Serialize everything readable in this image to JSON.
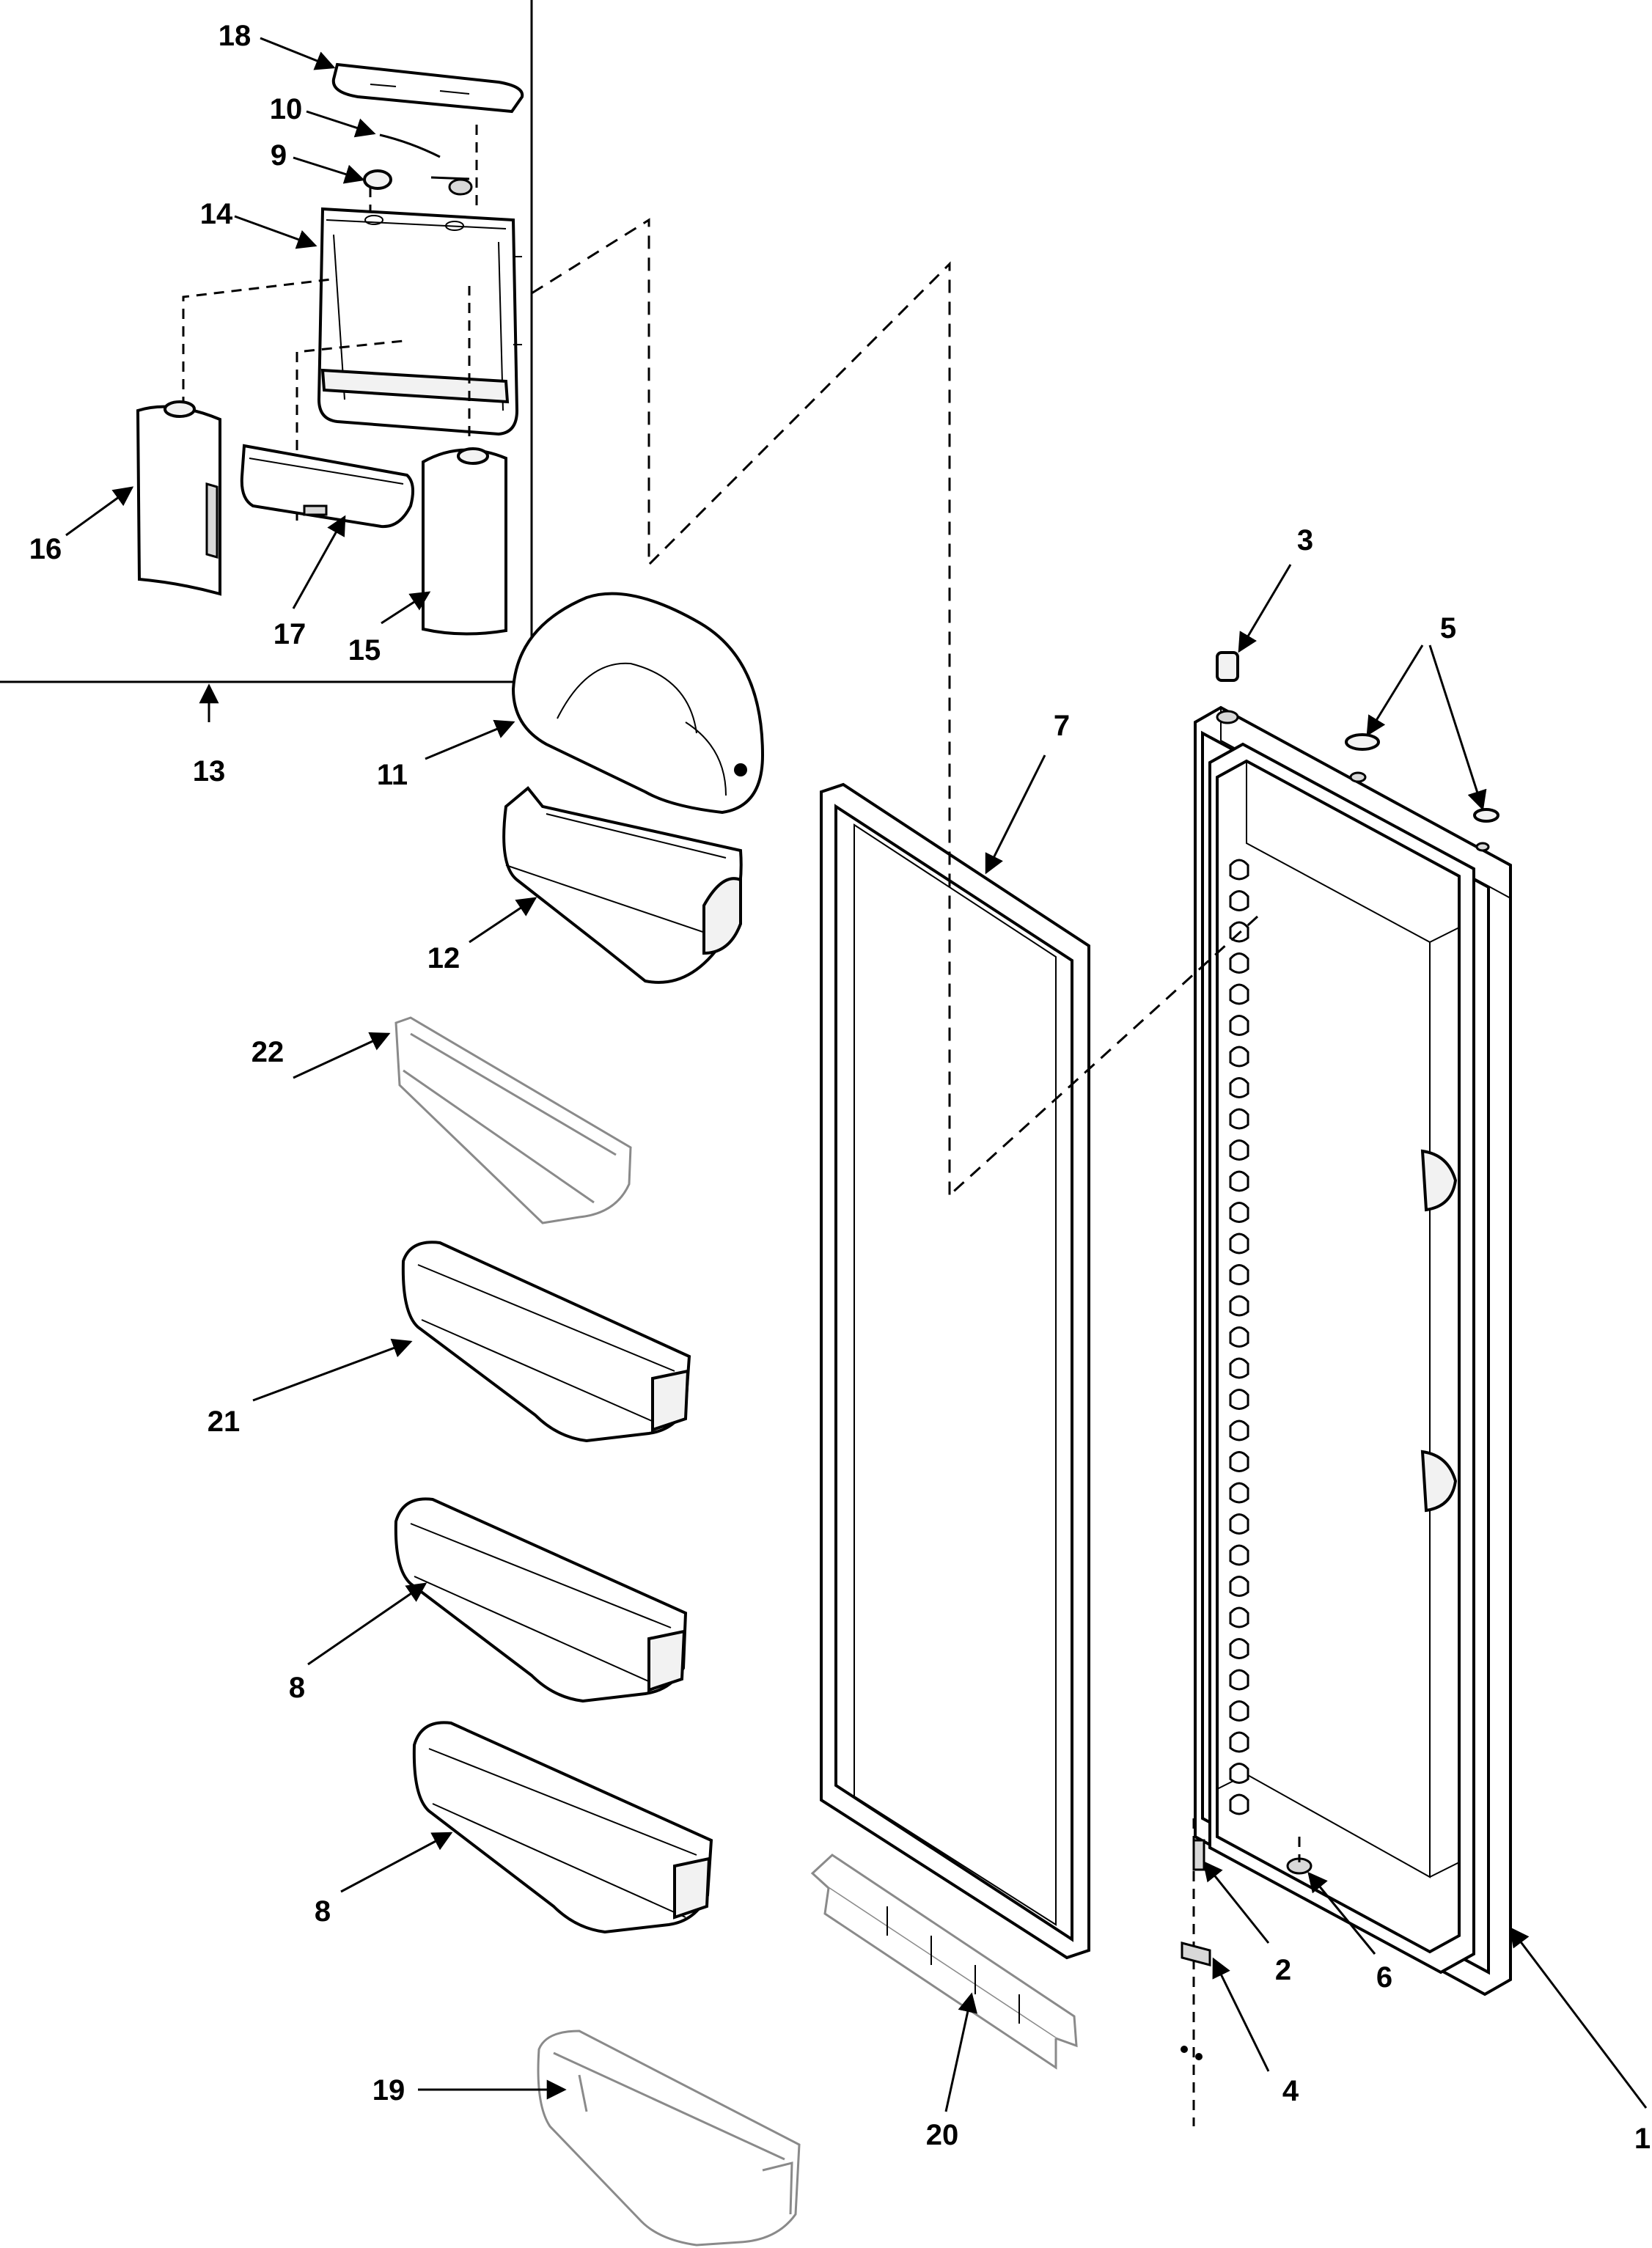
{
  "callouts": {
    "c1": "1",
    "c2": "2",
    "c3": "3",
    "c4": "4",
    "c5": "5",
    "c6": "6",
    "c7": "7",
    "c8a": "8",
    "c8b": "8",
    "c9": "9",
    "c10": "10",
    "c11": "11",
    "c12": "12",
    "c13": "13",
    "c14": "14",
    "c15": "15",
    "c16": "16",
    "c17": "17",
    "c18": "18",
    "c19": "19",
    "c20": "20",
    "c21": "21",
    "c22": "22"
  }
}
